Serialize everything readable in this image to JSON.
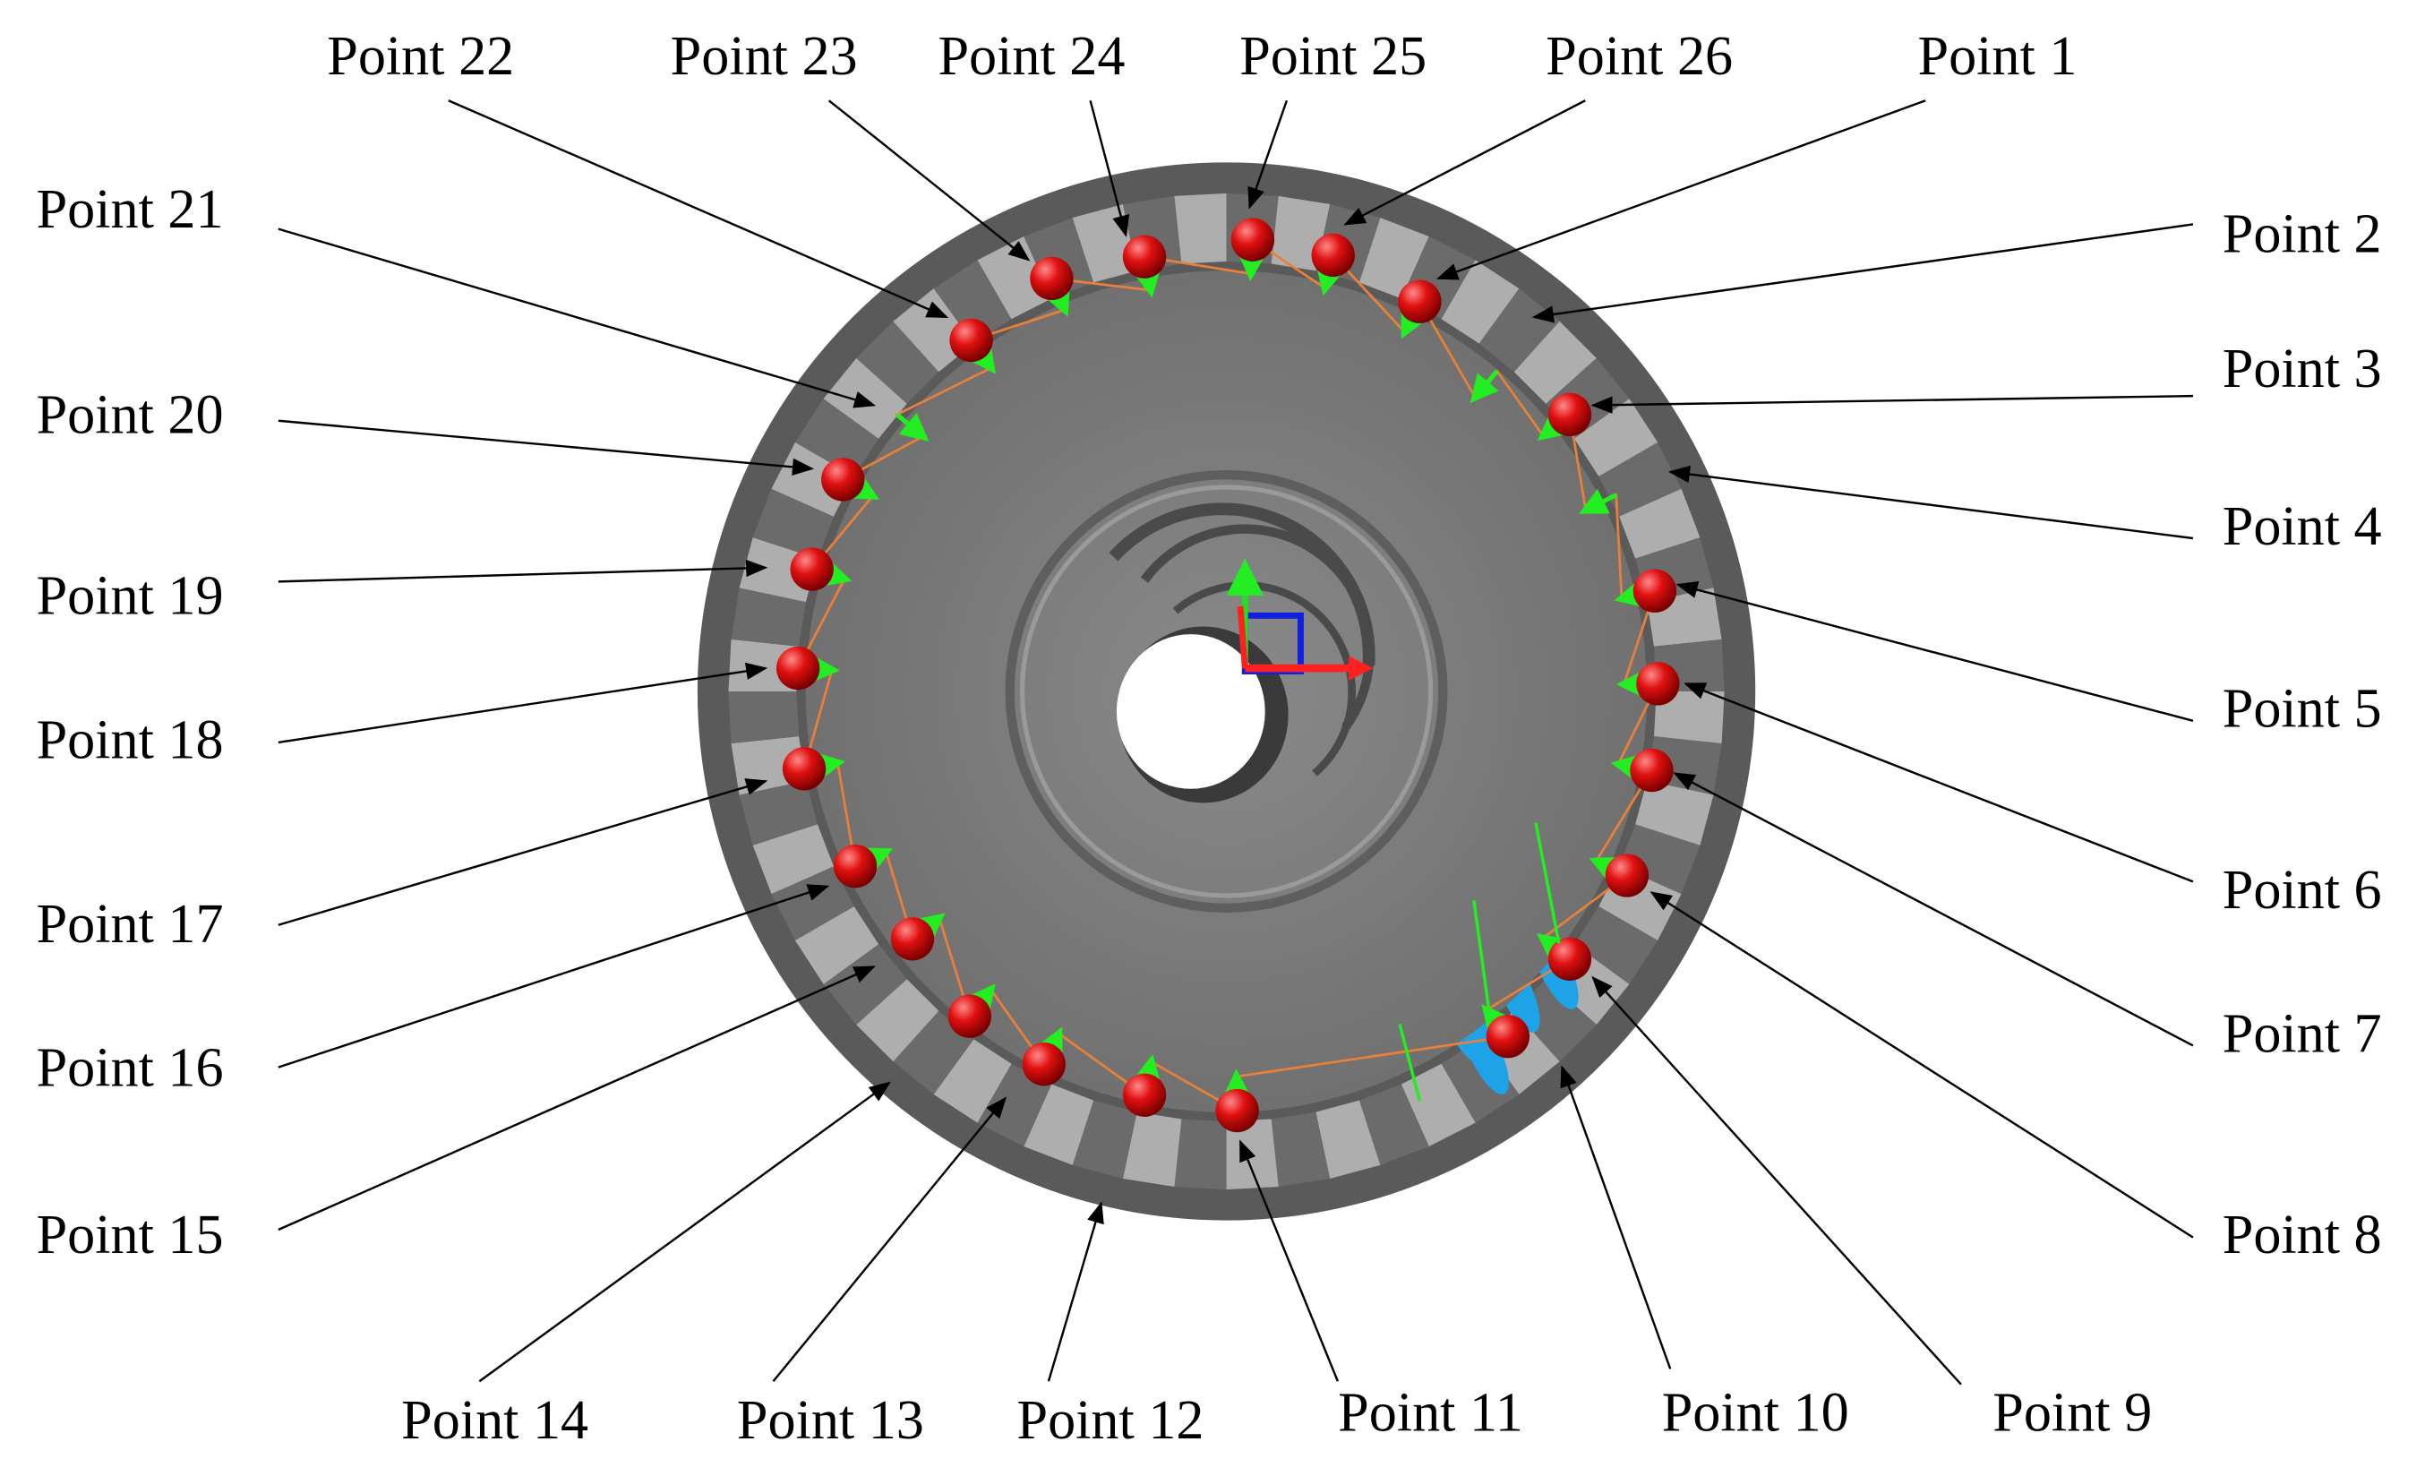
{
  "colors": {
    "background": "#ffffff",
    "gear_face": "#7a7a7a",
    "gear_rim": "#5a5a5a",
    "tooth_light": "#bdbdbd",
    "tooth_dark": "#6b6b6b",
    "marker_red": "#e01010",
    "normal_green": "#22ee22",
    "path_orange": "#e8803a",
    "highlight_blue": "#1fa3e8",
    "axis_red": "#ff2020",
    "axis_green": "#20e020",
    "axis_blue": "#1020e0",
    "leader_line": "#000000"
  },
  "labels": [
    {
      "id": 1,
      "text": "Point 1"
    },
    {
      "id": 2,
      "text": "Point 2"
    },
    {
      "id": 3,
      "text": "Point 3"
    },
    {
      "id": 4,
      "text": "Point 4"
    },
    {
      "id": 5,
      "text": "Point 5"
    },
    {
      "id": 6,
      "text": "Point 6"
    },
    {
      "id": 7,
      "text": "Point 7"
    },
    {
      "id": 8,
      "text": "Point 8"
    },
    {
      "id": 9,
      "text": "Point 9"
    },
    {
      "id": 10,
      "text": "Point 10"
    },
    {
      "id": 11,
      "text": "Point 11"
    },
    {
      "id": 12,
      "text": "Point 12"
    },
    {
      "id": 13,
      "text": "Point 13"
    },
    {
      "id": 14,
      "text": "Point 14"
    },
    {
      "id": 15,
      "text": "Point 15"
    },
    {
      "id": 16,
      "text": "Point 16"
    },
    {
      "id": 17,
      "text": "Point 17"
    },
    {
      "id": 18,
      "text": "Point 18"
    },
    {
      "id": 19,
      "text": "Point 19"
    },
    {
      "id": 20,
      "text": "Point 20"
    },
    {
      "id": 21,
      "text": "Point 21"
    },
    {
      "id": 22,
      "text": "Point 22"
    },
    {
      "id": 23,
      "text": "Point 23"
    },
    {
      "id": 24,
      "text": "Point 24"
    },
    {
      "id": 25,
      "text": "Point 25"
    },
    {
      "id": 26,
      "text": "Point 26"
    }
  ]
}
